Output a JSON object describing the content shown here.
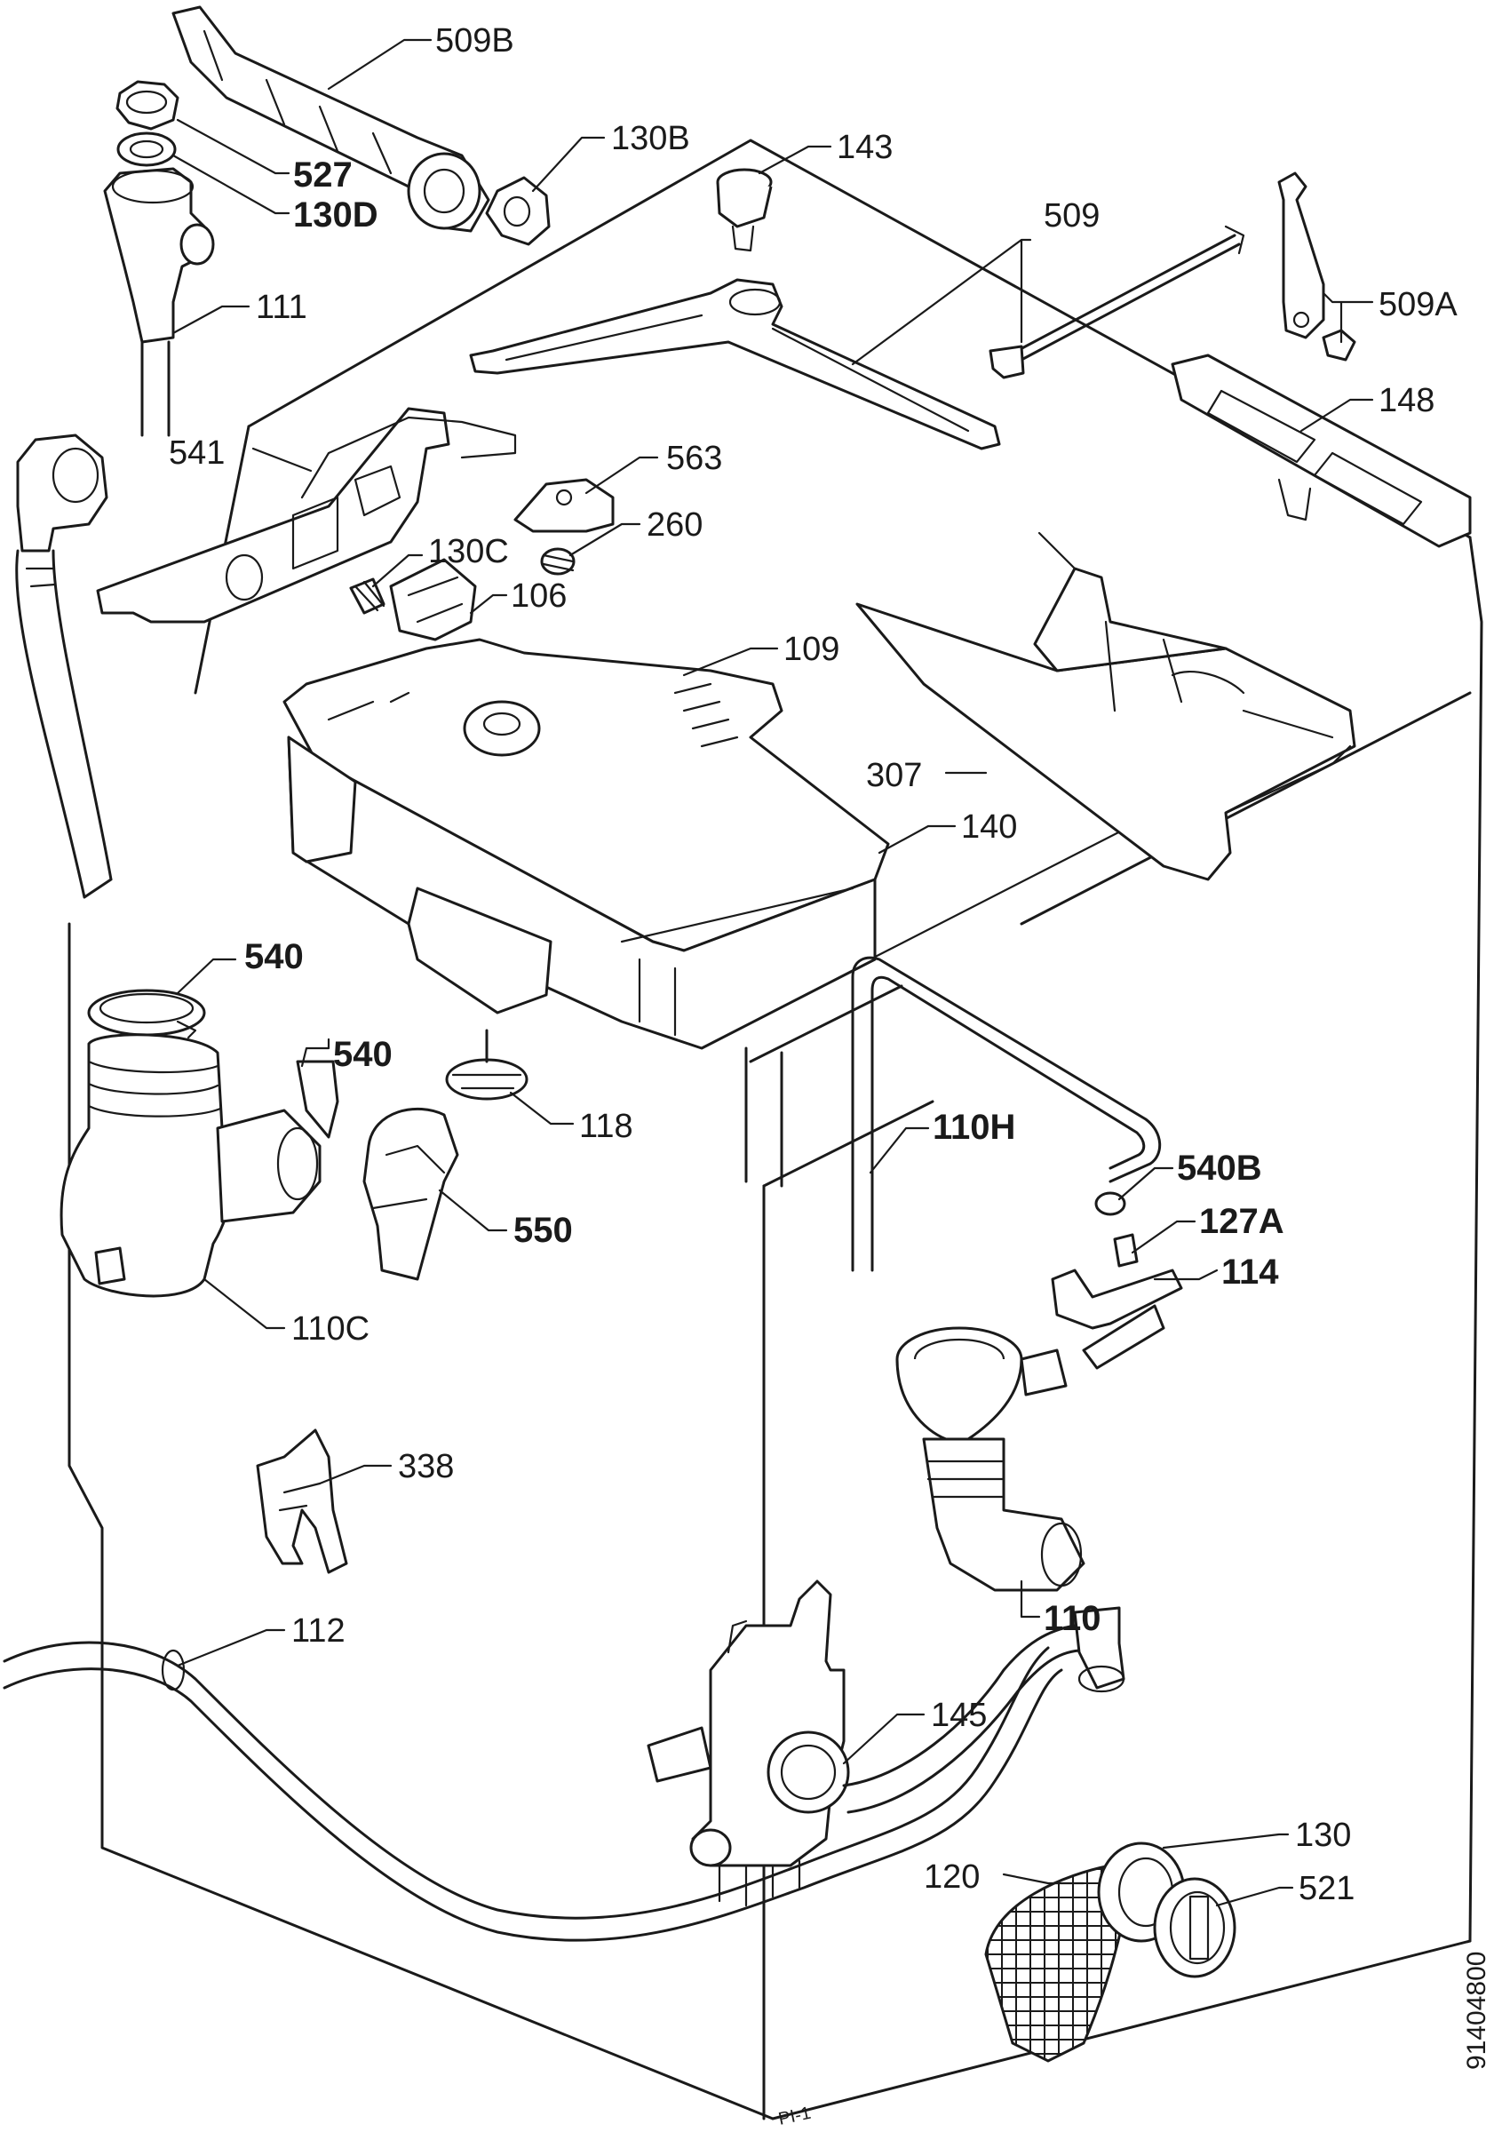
{
  "labels": {
    "l509B": "509B",
    "l130B": "130B",
    "l527": "527",
    "l130D": "130D",
    "l111": "111",
    "l143": "143",
    "l509": "509",
    "l509A": "509A",
    "l148": "148",
    "l541": "541",
    "l563": "563",
    "l260": "260",
    "l130C": "130C",
    "l106": "106",
    "l109": "109",
    "l307": "307",
    "l140": "140",
    "l540a": "540",
    "l540b": "540",
    "l118": "118",
    "l110H": "110H",
    "l540B": "540B",
    "l127A": "127A",
    "l114": "114",
    "l550": "550",
    "l110C": "110C",
    "l338": "338",
    "l110": "110",
    "l112": "112",
    "l145": "145",
    "l130": "130",
    "l120": "120",
    "l521": "521"
  },
  "doc_number": "91404800",
  "corner_mark": "PI-1"
}
